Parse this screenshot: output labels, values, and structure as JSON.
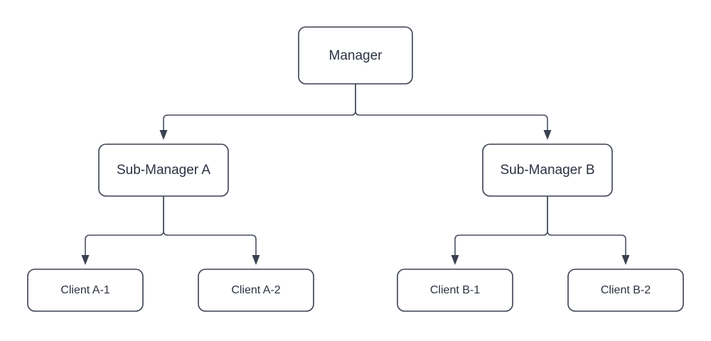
{
  "diagram": {
    "type": "org-chart-tree",
    "background_color": "#ffffff",
    "node_border_color": "#39404f",
    "node_fill_color": "#ffffff",
    "text_color": "#2b3241",
    "edge_color": "#4a5161",
    "nodes": {
      "manager": {
        "label": "Manager"
      },
      "sub_manager_a": {
        "label": "Sub-Manager A"
      },
      "sub_manager_b": {
        "label": "Sub-Manager B"
      },
      "client_a1": {
        "label": "Client A-1"
      },
      "client_a2": {
        "label": "Client A-2"
      },
      "client_b1": {
        "label": "Client B-1"
      },
      "client_b2": {
        "label": "Client B-2"
      }
    },
    "edges": [
      {
        "from": "Manager",
        "to": "Sub-Manager A"
      },
      {
        "from": "Manager",
        "to": "Sub-Manager B"
      },
      {
        "from": "Sub-Manager A",
        "to": "Client A-1"
      },
      {
        "from": "Sub-Manager A",
        "to": "Client A-2"
      },
      {
        "from": "Sub-Manager B",
        "to": "Client B-1"
      },
      {
        "from": "Sub-Manager B",
        "to": "Client B-2"
      }
    ]
  }
}
